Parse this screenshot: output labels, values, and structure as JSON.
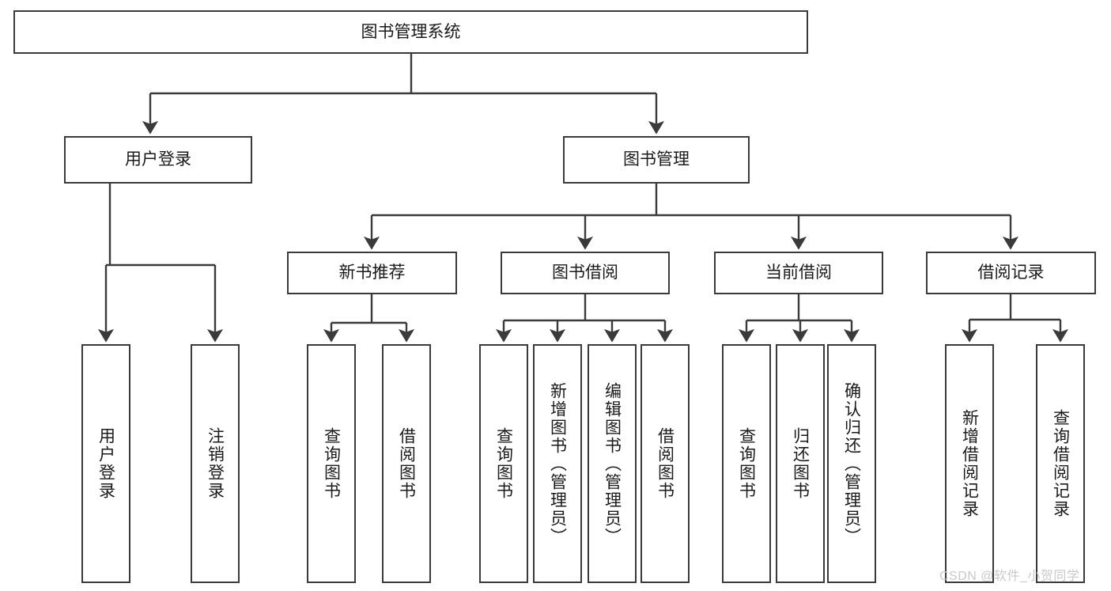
{
  "diagram": {
    "title": "图书管理系统",
    "type": "tree-hierarchy-diagram",
    "watermark": "CSDN @软件_小贺同学",
    "colors": {
      "box_border": "#3a3a3a",
      "box_fill": "#ffffff",
      "connector": "#3a3a3a",
      "text": "#1a1a1a",
      "watermark": "#c9c9c9",
      "background": "#ffffff"
    },
    "root": {
      "label": "图书管理系统"
    },
    "level2": [
      {
        "label": "用户登录"
      },
      {
        "label": "图书管理"
      }
    ],
    "level3": [
      {
        "label": "新书推荐"
      },
      {
        "label": "图书借阅"
      },
      {
        "label": "当前借阅"
      },
      {
        "label": "借阅记录"
      }
    ],
    "leaves": {
      "user_login": [
        {
          "label": "用户登录"
        },
        {
          "label": "注销登录"
        }
      ],
      "new_book_recommend": [
        {
          "label": "查询图书"
        },
        {
          "label": "借阅图书"
        }
      ],
      "book_borrow": [
        {
          "label": "查询图书"
        },
        {
          "label": "新增图书（管理员）"
        },
        {
          "label": "编辑图书（管理员）"
        },
        {
          "label": "借阅图书"
        }
      ],
      "current_borrow": [
        {
          "label": "查询图书"
        },
        {
          "label": "归还图书"
        },
        {
          "label": "确认归还（管理员）"
        }
      ],
      "borrow_record": [
        {
          "label": "新增借阅记录"
        },
        {
          "label": "查询借阅记录"
        }
      ]
    }
  }
}
